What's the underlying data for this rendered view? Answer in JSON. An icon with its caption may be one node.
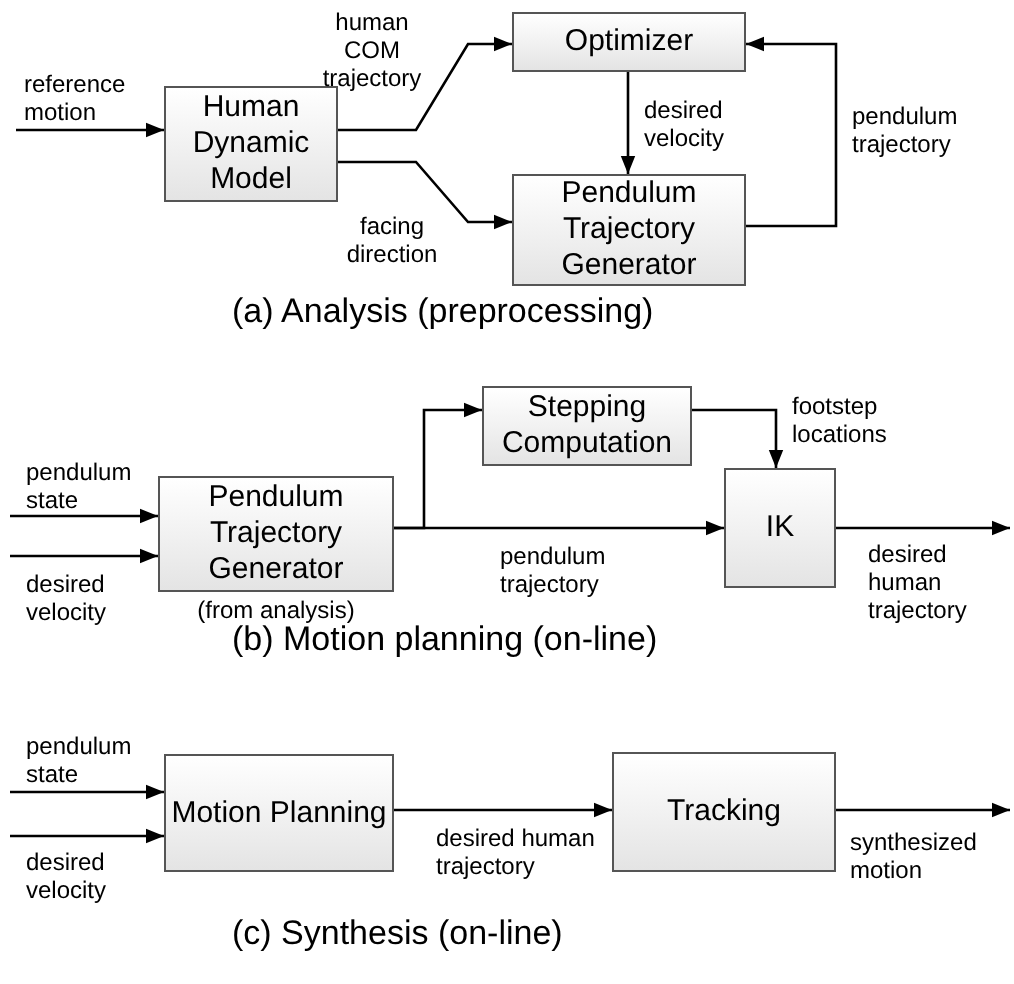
{
  "diagram": {
    "nodes": [
      {
        "text": [
          "Human Dynamic Model"
        ]
      },
      {
        "text": [
          "Optimizer"
        ]
      },
      {
        "text": [
          "Pendulum Trajectory Generator"
        ]
      },
      {
        "text": [
          "Pendulum Trajectory Generator"
        ],
        "beside": [
          "(from analysis)"
        ]
      },
      {
        "text": [
          "Stepping Computation"
        ]
      },
      {
        "text": [
          "IK"
        ]
      },
      {
        "text": [
          "Motion Planning"
        ]
      },
      {
        "text": [
          "Tracking"
        ]
      }
    ],
    "edges": [
      {
        "from": null,
        "to": 0,
        "arrow": "to",
        "label": "reference motion"
      },
      {
        "from": 0,
        "to": 1,
        "arrow": "to",
        "label": "human COM trajectory"
      },
      {
        "from": 0,
        "to": 2,
        "arrow": "to",
        "label": "facing direction"
      },
      {
        "from": 1,
        "to": 2,
        "arrow": "to",
        "label": "desired velocity"
      },
      {
        "from": 2,
        "to": 1,
        "arrow": "to",
        "label": "pendulum trajectory"
      },
      {
        "from": null,
        "to": 3,
        "arrow": "to",
        "label": "pendulum state"
      },
      {
        "from": null,
        "to": 3,
        "arrow": "to",
        "label": "desired velocity"
      },
      {
        "from": 3,
        "to": 4,
        "arrow": "to"
      },
      {
        "from": 3,
        "to": 5,
        "arrow": "to",
        "label": "pendulum trajectory"
      },
      {
        "from": 4,
        "to": 5,
        "arrow": "to",
        "label": "footstep locations"
      },
      {
        "from": 5,
        "to": null,
        "arrow": "to",
        "label": "desired human trajectory"
      },
      {
        "from": null,
        "to": 6,
        "arrow": "to",
        "label": "pendulum state"
      },
      {
        "from": null,
        "to": 6,
        "arrow": "to",
        "label": "desired velocity"
      },
      {
        "from": 6,
        "to": 7,
        "arrow": "to",
        "label": "desired human trajectory"
      },
      {
        "from": 7,
        "to": null,
        "arrow": "to",
        "label": "synthesized motion"
      }
    ],
    "labels": [
      "(a) Analysis (preprocessing)",
      "(b) Motion planning (on-line)",
      "(c) Synthesis (on-line)"
    ]
  }
}
